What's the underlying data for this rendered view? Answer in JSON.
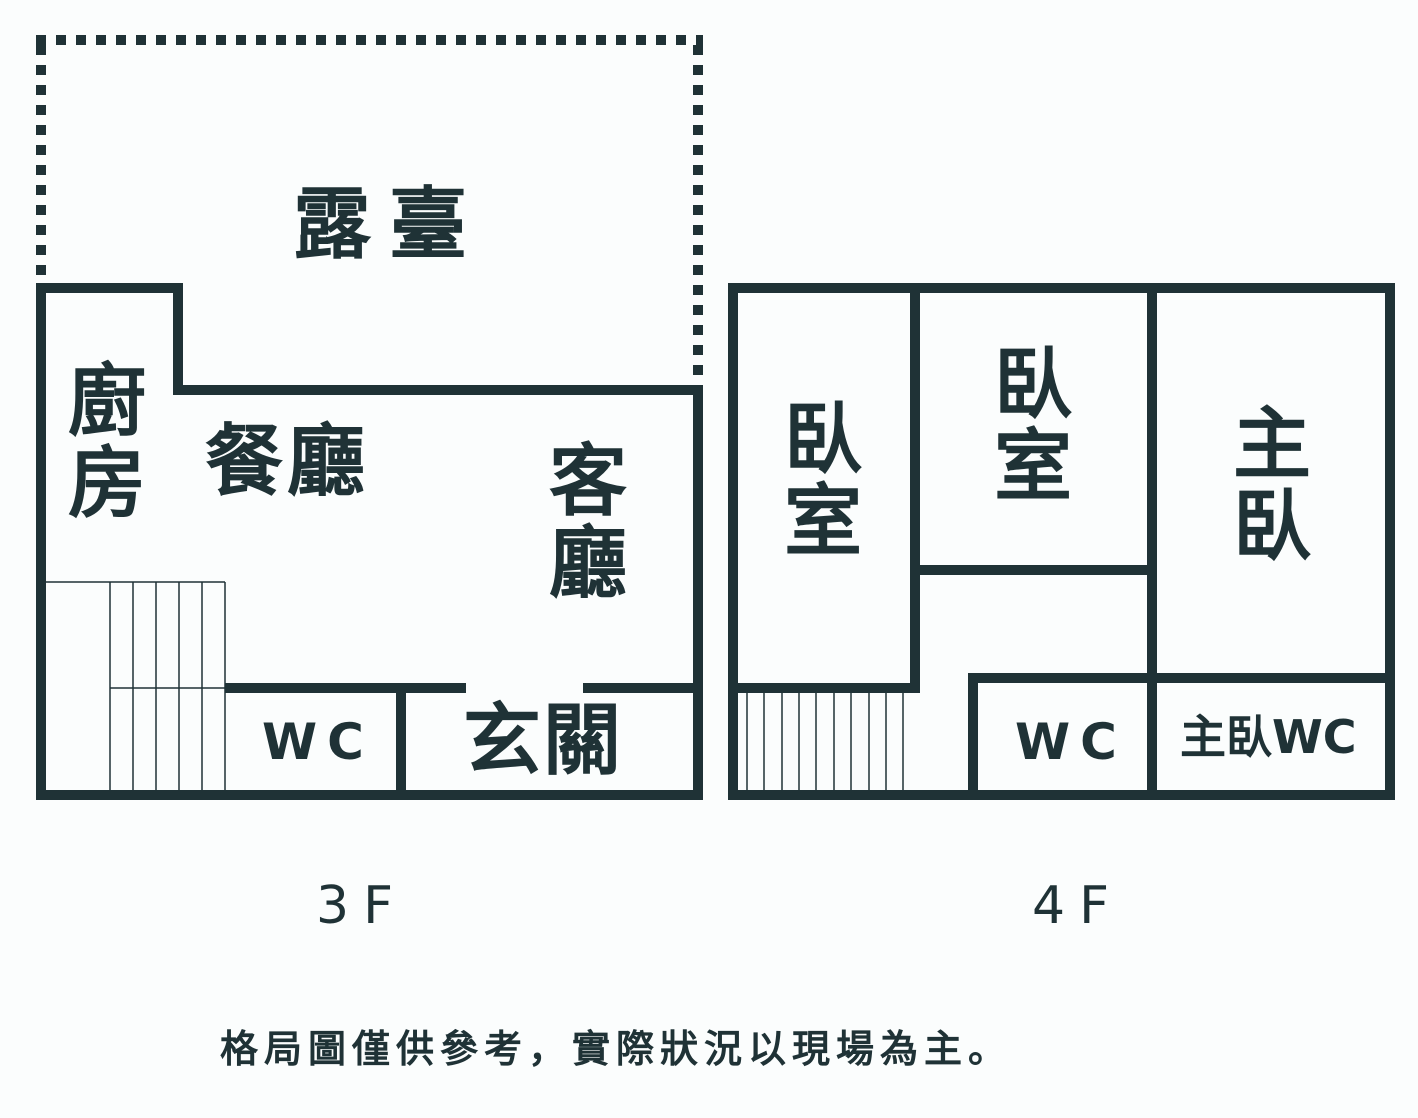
{
  "colors": {
    "wall": "#1f3236",
    "background": "#fbfdfd"
  },
  "floor3": {
    "label": "3F",
    "rooms": {
      "terrace": "露臺",
      "kitchen": "廚房",
      "dining": "餐廳",
      "living": "客廳",
      "wc": "WC",
      "entrance": "玄關"
    }
  },
  "floor4": {
    "label": "4F",
    "rooms": {
      "bedroom1": "臥室",
      "bedroom2": "臥室",
      "master": "主臥",
      "wc": "WC",
      "master_wc": "主臥WC"
    }
  },
  "note": "格局圖僅供參考，實際狀況以現場為主。"
}
